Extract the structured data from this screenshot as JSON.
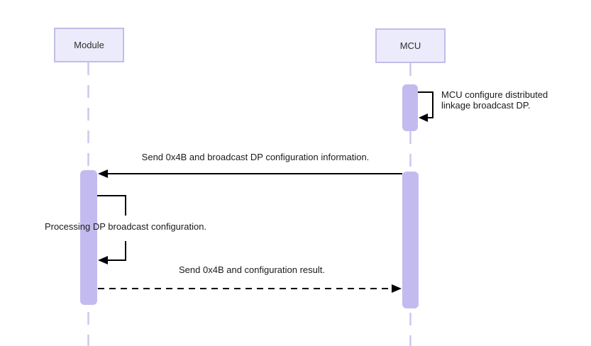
{
  "diagram": {
    "type": "sequence-diagram",
    "participants": [
      {
        "name": "Module"
      },
      {
        "name": "MCU"
      }
    ],
    "messages": [
      {
        "kind": "self-message",
        "actor": "MCU",
        "label": "MCU configure distributed linkage broadcast DP."
      },
      {
        "kind": "solid-arrow",
        "from": "MCU",
        "to": "Module",
        "label": "Send 0x4B and broadcast DP configuration information."
      },
      {
        "kind": "self-message",
        "actor": "Module",
        "label": "Processing DP broadcast configuration."
      },
      {
        "kind": "dashed-arrow",
        "from": "Module",
        "to": "MCU",
        "label": "Send 0x4B and configuration result."
      }
    ],
    "colors": {
      "activation_fill": "#c3bbf0",
      "participant_fill": "#ecebfb",
      "participant_border": "#c3bce6",
      "lifeline": "#cdc7ef",
      "arrow": "#000000",
      "label_text": "#1a1a1a"
    }
  }
}
